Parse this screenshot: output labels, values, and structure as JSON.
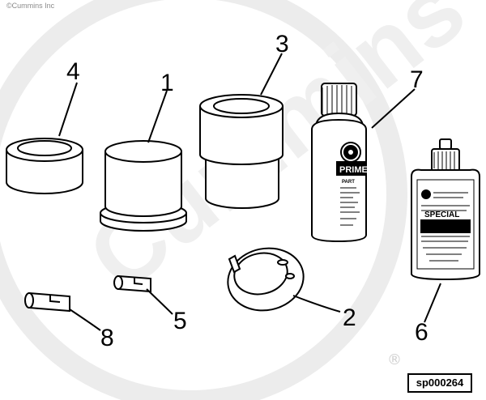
{
  "copyright": "©Cummins Inc",
  "watermark": "Cummins",
  "registered_mark": "®",
  "figure_id": "sp000264",
  "callouts": {
    "n1": "1",
    "n2": "2",
    "n3": "3",
    "n4": "4",
    "n5": "5",
    "n6": "6",
    "n7": "7",
    "n8": "8"
  },
  "labels": {
    "primer": "PRIME",
    "part": "PART",
    "special": "SPECIAL"
  },
  "colors": {
    "line": "#000000",
    "watermark": "#e6e6e6"
  }
}
